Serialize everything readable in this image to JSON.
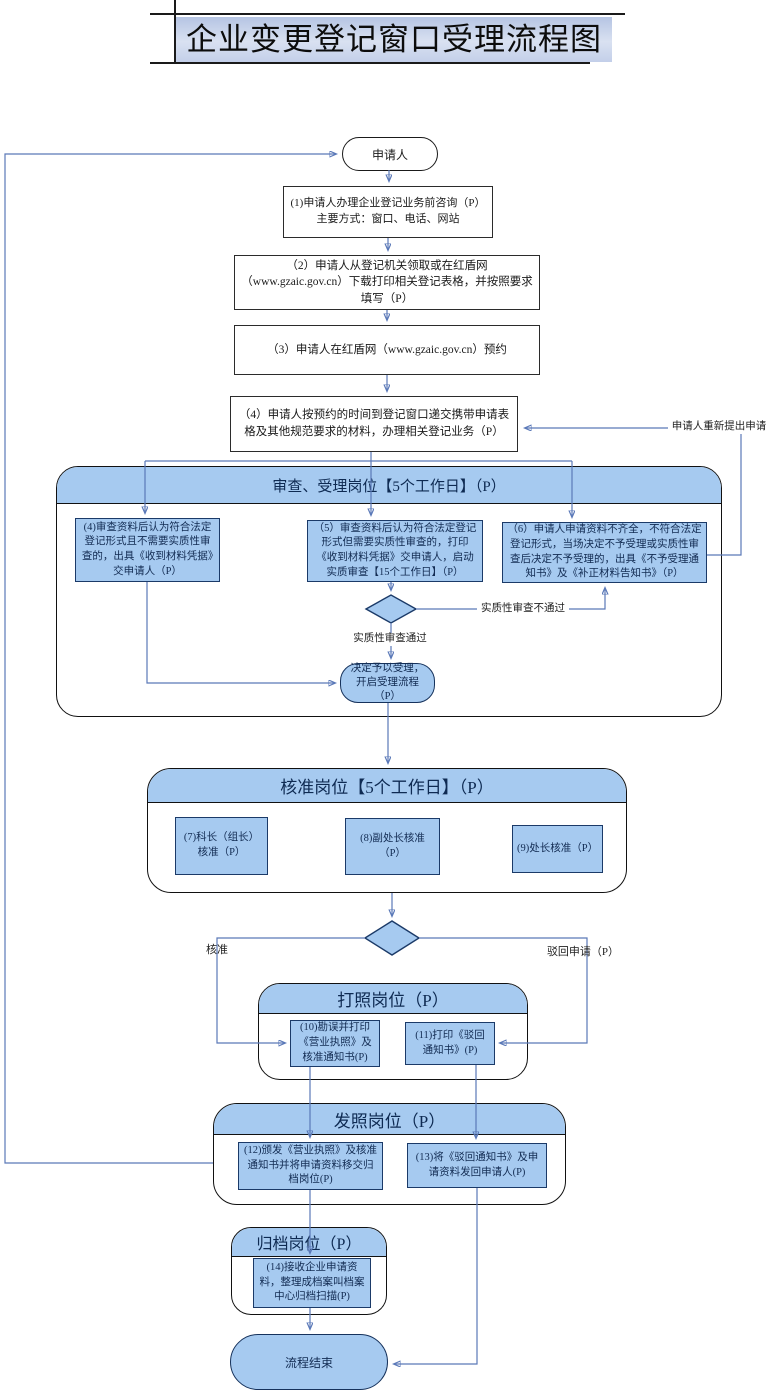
{
  "colors": {
    "node_fill": "#a6caf0",
    "band_fill": "#a6caf0",
    "connector": "#5b79b8",
    "arrow": "#2f55a4",
    "title_bg": "#c3cfe9"
  },
  "title": "企业变更登记窗口受理流程图",
  "flow": {
    "start": "申请人",
    "step1_line1": "(1)申请人办理企业登记业务前咨询（P）",
    "step1_line2": "主要方式：窗口、电话、网站",
    "step2": "（2）申请人从登记机关领取或在红盾网（www.gzaic.gov.cn）下载打印相关登记表格，并按照要求填写（P）",
    "step3": "（3）申请人在红盾网（www.gzaic.gov.cn）预约",
    "step4": "（4）申请人按预约的时间到登记窗口递交携带申请表格及其他规范要求的材料，办理相关登记业务（P）",
    "reapply_label": "申请人重新提出申请",
    "review_section": "审查、受理岗位【5个工作日】（P）",
    "review_pass_direct": "(4)审查资料后认为符合法定登记形式且不需要实质性审查的，出具《收到材料凭据》交申请人（P）",
    "review_substantive": "（5）审查资料后认为符合法定登记形式但需要实质性审查的，打印《收到材料凭据》交申请人，启动实质审查【15个工作日】（P）",
    "review_reject": "（6）申请人申请资料不齐全，不符合法定登记形式，当场决定不予受理或实质性审查后决定不予受理的，出具《不予受理通知书》及《补正材料告知书》（P）",
    "substantive_fail": "实质性审查不通过",
    "substantive_pass": "实质性审查通过",
    "accept": "决定予以受理，开启受理流程（P）",
    "approve_section": "核准岗位【5个工作日】（P）",
    "approve_chief": "(7)科长（组长）核准（P）",
    "approve_deputy": "(8)副处长核准（P）",
    "approve_director": "(9)处长核准（P）",
    "approved_label": "核准",
    "rejected_label": "驳回申请（P）",
    "print_section": "打照岗位（P）",
    "print_license": "(10)勘误并打印《营业执照》及核准通知书(P)",
    "print_rejection": "(11)打印《驳回通知书》(P)",
    "issue_section": "发照岗位（P）",
    "issue_license": "(12)颁发《营业执照》及核准通知书并将申请资料移交归档岗位(P)",
    "issue_rejection": "(13)将《驳回通知书》及申请资料发回申请人(P)",
    "archive_section": "归档岗位（P）",
    "archive_step": "(14)接收企业申请资料，整理成档案叫档案中心归档扫描(P)",
    "end": "流程结束"
  }
}
